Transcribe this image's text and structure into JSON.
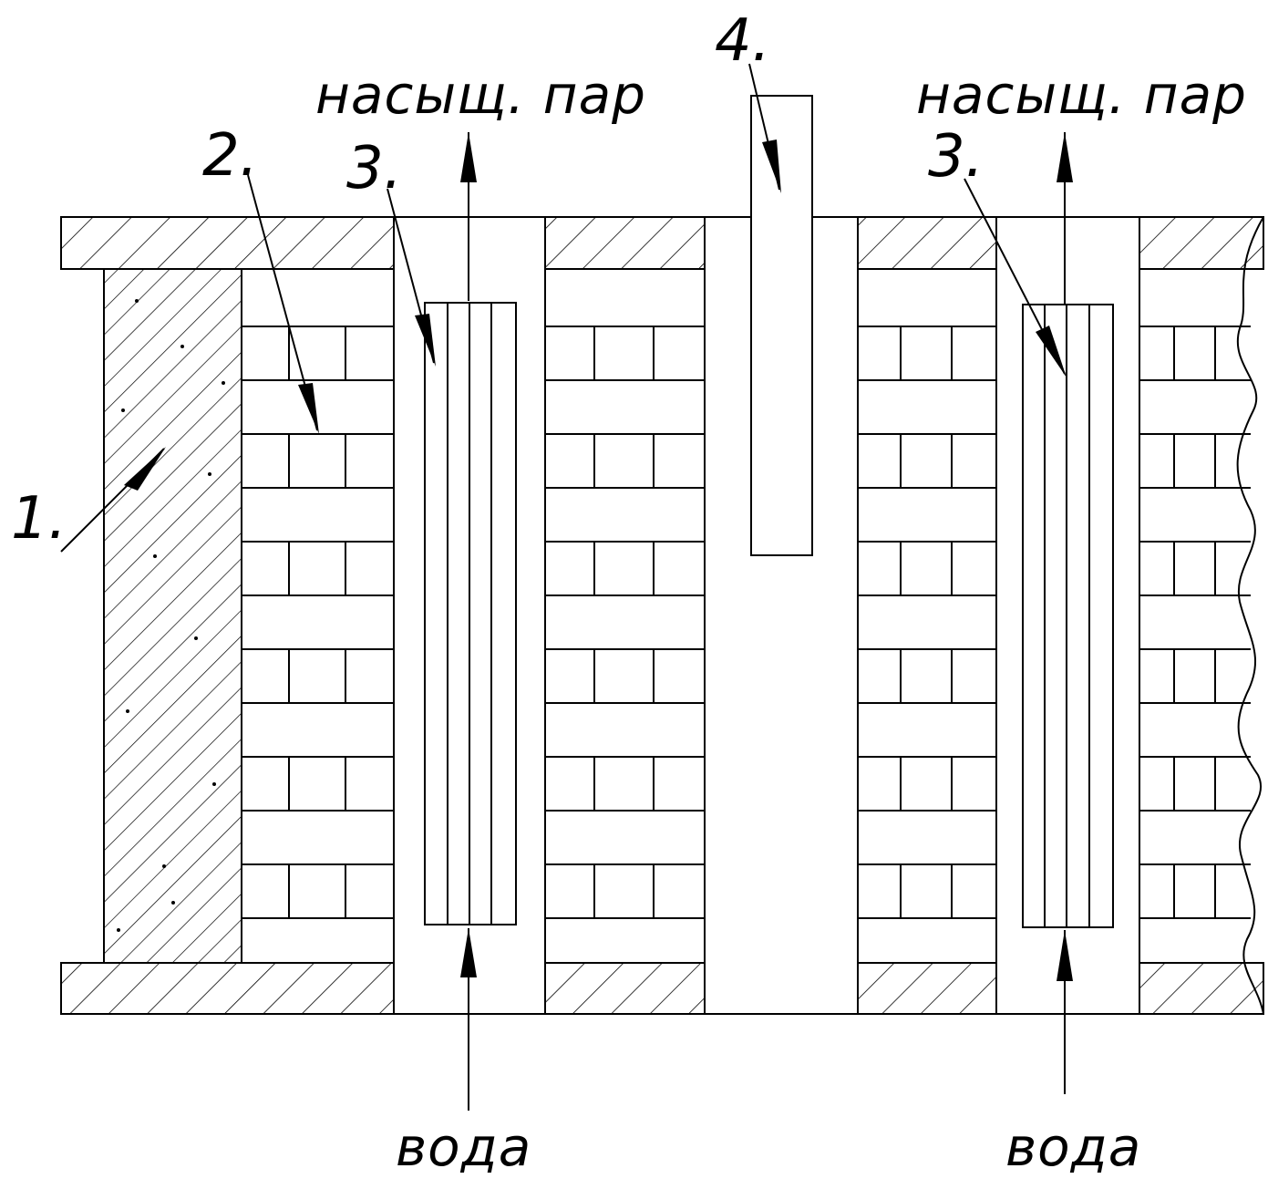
{
  "labels": {
    "n1": "1.",
    "n2": "2.",
    "n3_left": "3.",
    "n3_right": "3.",
    "n4": "4.",
    "steam_left": "насыщ. пар",
    "steam_right": "насыщ. пар",
    "water_left": "вода",
    "water_right": "вода"
  },
  "colors": {
    "line": "#000000",
    "background": "#ffffff"
  }
}
